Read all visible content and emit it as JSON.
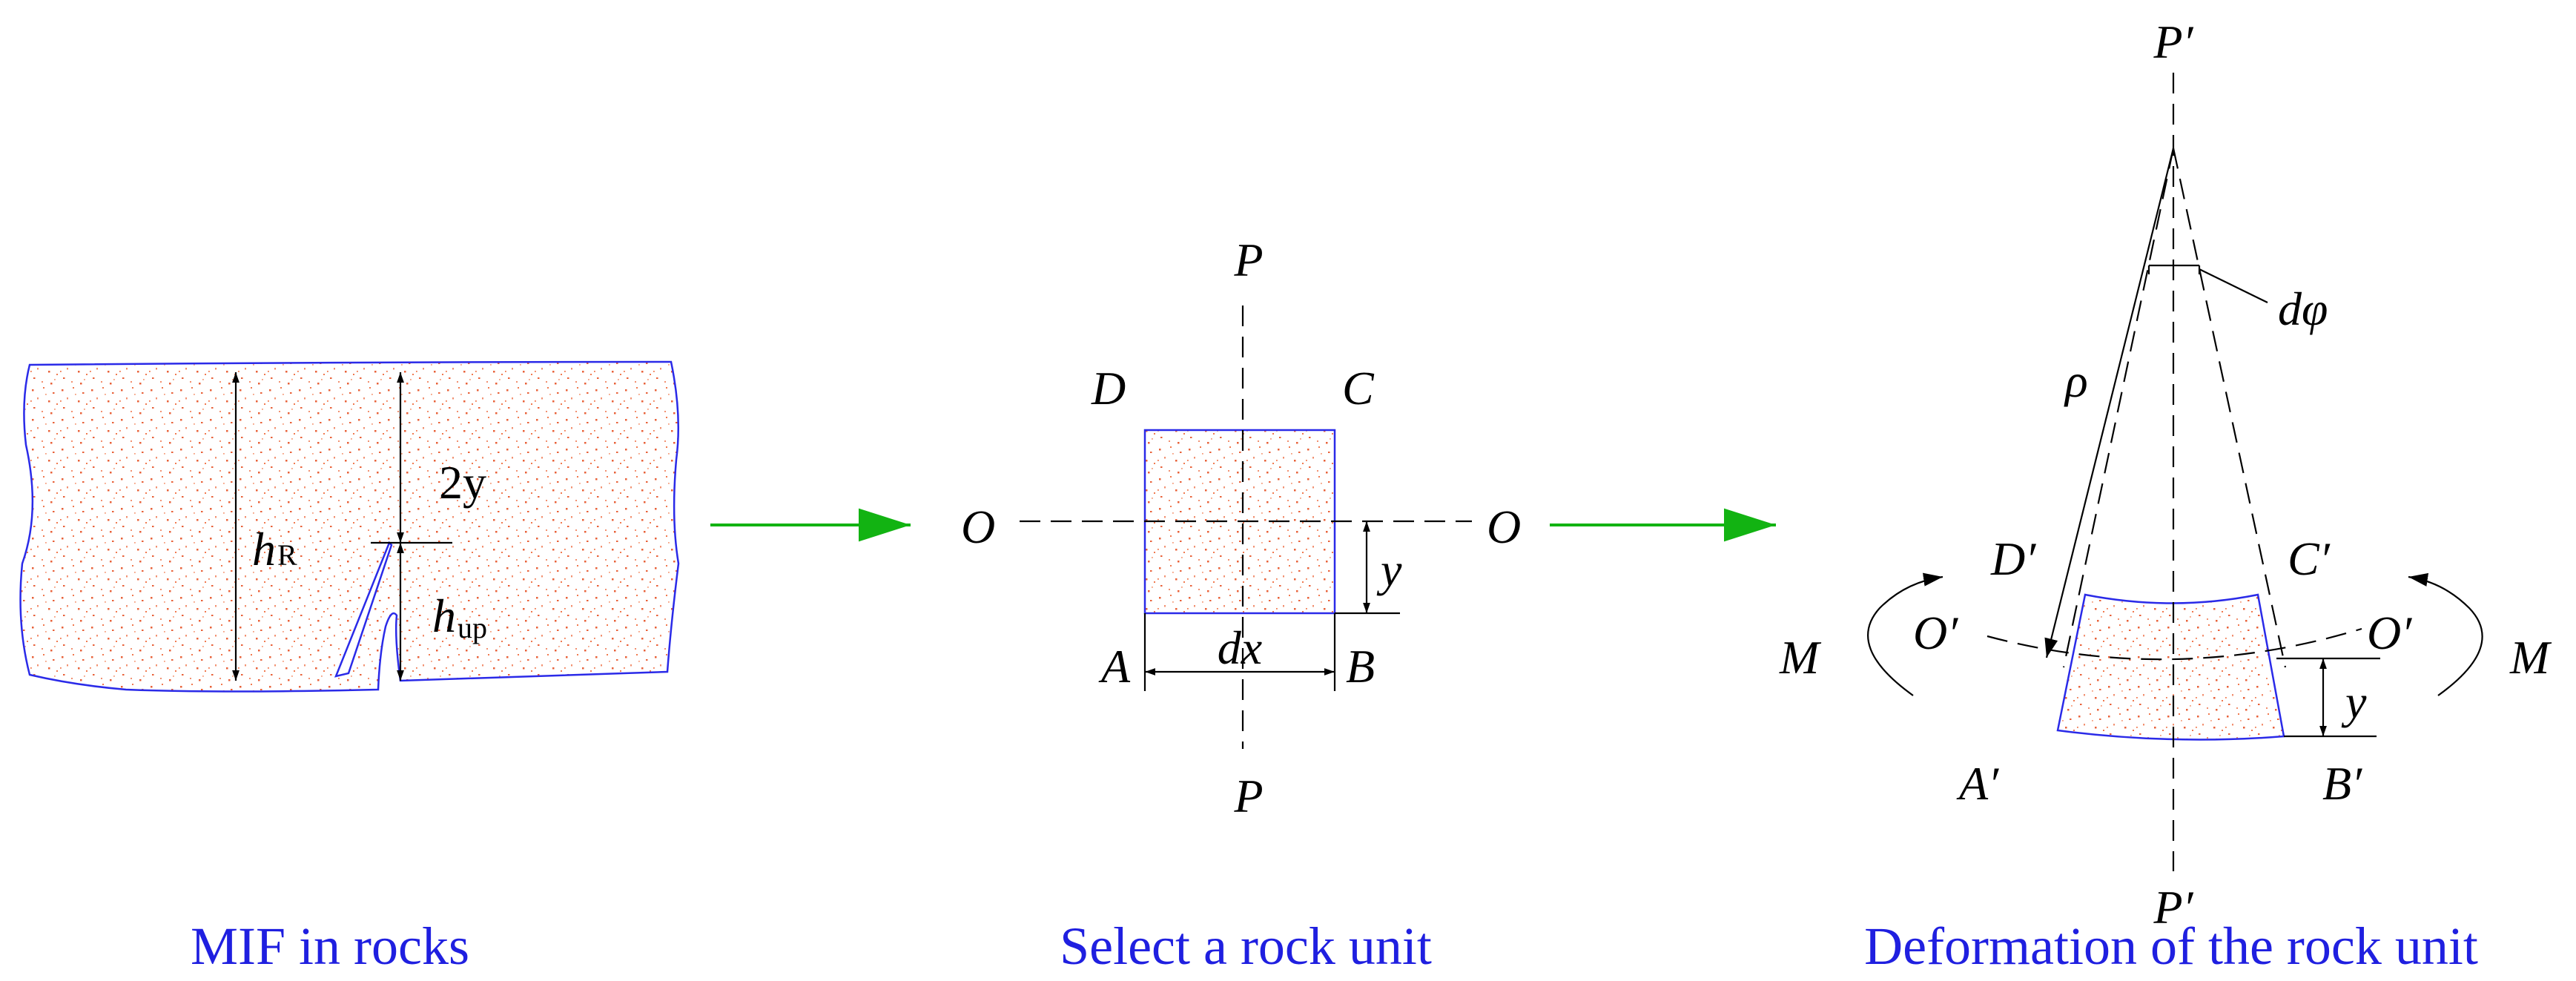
{
  "captions": {
    "panel1": "MIF in rocks",
    "panel2": "Select a rock unit",
    "panel3": "Deformation of the rock unit"
  },
  "panel1": {
    "h_R": {
      "main": "h",
      "sub": "R"
    },
    "two_y": "2y",
    "h_up": {
      "main": "h",
      "sub": "up"
    }
  },
  "panel2": {
    "P_top": "P",
    "P_bottom": "P",
    "D": "D",
    "C": "C",
    "O_left": "O",
    "O_right": "O",
    "y": "y",
    "A": "A",
    "B": "B",
    "dx": "dx"
  },
  "panel3": {
    "P_top": "P′",
    "P_bottom": "P′",
    "dphi": "dφ",
    "rho": "ρ",
    "D": "D′",
    "C": "C′",
    "O_left": "O′",
    "O_right": "O′",
    "M_left": "M",
    "M_right": "M",
    "y": "y",
    "A": "A′",
    "B": "B′"
  },
  "colors": {
    "outline": "#2a2ae8",
    "speckle": "#e8623a",
    "arrow": "#12b312",
    "caption": "#1f1fe0"
  }
}
